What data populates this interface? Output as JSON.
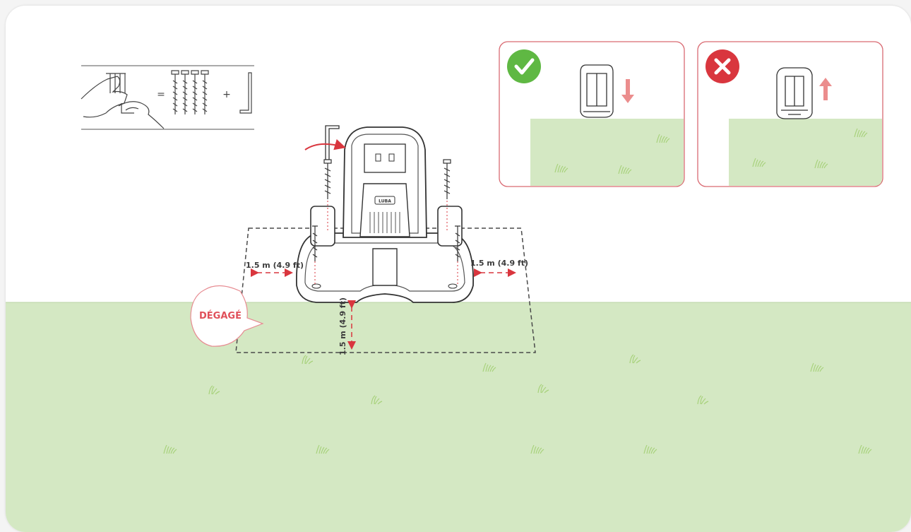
{
  "callout": {
    "label": "DÉGAGÉ"
  },
  "clearance": {
    "left": "1.5 m (4.9 ft)",
    "right": "1.5 m (4.9 ft)",
    "front": "1.5 m (4.9 ft)"
  },
  "kit": {
    "equals": "=",
    "plus": "+",
    "stake_count": 4
  },
  "base_badge": {
    "text": "LUBA"
  },
  "panels": {
    "correct": {
      "status": "check",
      "arrow": "down"
    },
    "incorrect": {
      "status": "cross",
      "arrow": "up"
    }
  },
  "colors": {
    "lawn": "#d4e8c3",
    "grass_icon": "#a8d27c",
    "accent_red": "#d9363e",
    "panel_border": "#d96a72",
    "arrow_pink": "#eb8d8d",
    "ok_green": "#5fb843",
    "no_red": "#d9363e",
    "line": "#4a4a4a"
  }
}
